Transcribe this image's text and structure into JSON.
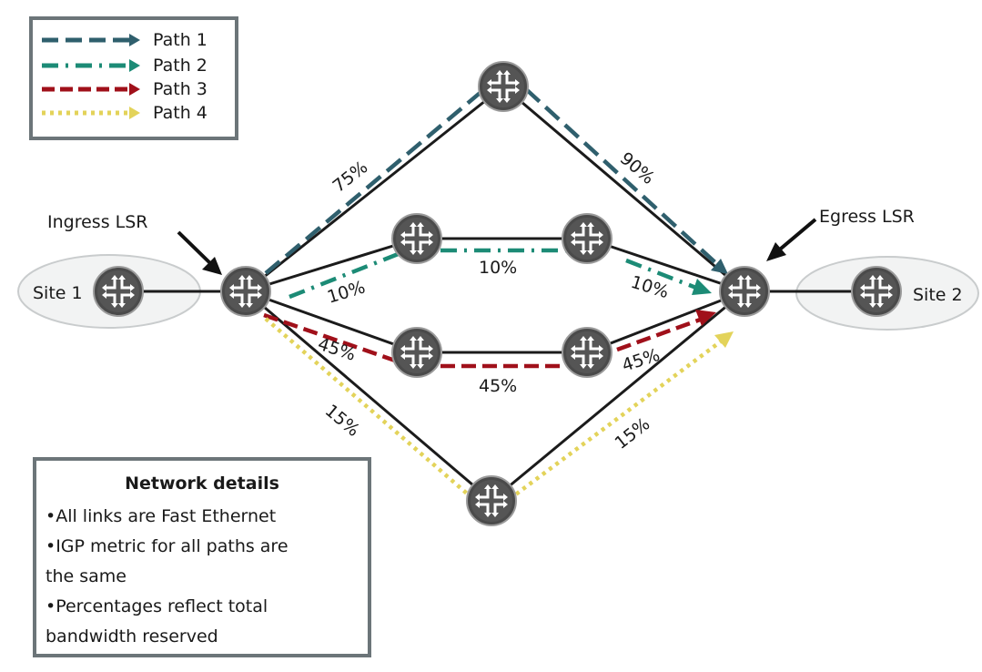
{
  "legend": {
    "items": [
      {
        "label": "Path 1",
        "color": "#2f5f6d",
        "style": "dash"
      },
      {
        "label": "Path 2",
        "color": "#1c8b76",
        "style": "dash-dot"
      },
      {
        "label": "Path 3",
        "color": "#a0101a",
        "style": "dash"
      },
      {
        "label": "Path 4",
        "color": "#e3d35a",
        "style": "dot"
      }
    ]
  },
  "nodes": {
    "site1_label": "Site 1",
    "site2_label": "Site 2",
    "ingress_label": "Ingress LSR",
    "egress_label": "Egress LSR"
  },
  "links": {
    "top_left": "75%",
    "top_right": "90%",
    "upper_left": "10%",
    "upper_mid": "10%",
    "upper_right": "10%",
    "lower_left": "45%",
    "lower_mid": "45%",
    "lower_right": "45%",
    "bottom_left": "15%",
    "bottom_right": "15%"
  },
  "details": {
    "title": "Network details",
    "lines": [
      "•All links are Fast Ethernet",
      "•IGP metric for all paths are",
      "the same",
      "•Percentages reflect total",
      "bandwidth reserved"
    ]
  }
}
